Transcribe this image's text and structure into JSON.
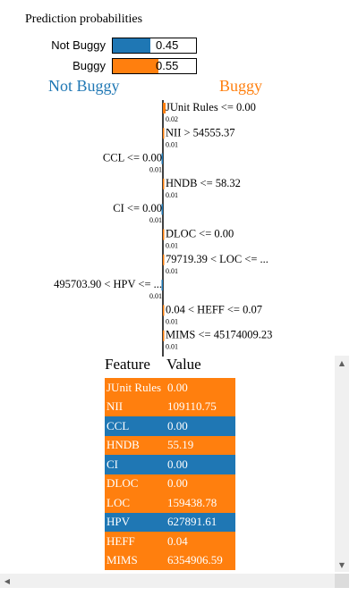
{
  "prediction": {
    "title": "Prediction probabilities",
    "rows": [
      {
        "label": "Not Buggy",
        "value_text": "0.45",
        "value": 0.45,
        "color": "#1f77b4"
      },
      {
        "label": "Buggy",
        "value_text": "0.55",
        "value": 0.55,
        "color": "#ff7f0e"
      }
    ]
  },
  "classes": {
    "left": {
      "label": "Not Buggy",
      "color": "#1f77b4"
    },
    "right": {
      "label": "Buggy",
      "color": "#ff7f0e"
    }
  },
  "chart_data": {
    "type": "bar",
    "orientation": "horizontal",
    "features": [
      {
        "label": "JUnit Rules <= 0.00",
        "weight": 0.02,
        "weight_text": "0.02",
        "side": "right"
      },
      {
        "label": "NII > 54555.37",
        "weight": 0.01,
        "weight_text": "0.01",
        "side": "right"
      },
      {
        "label": "CCL <= 0.00",
        "weight": 0.01,
        "weight_text": "0.01",
        "side": "left"
      },
      {
        "label": "HNDB <= 58.32",
        "weight": 0.01,
        "weight_text": "0.01",
        "side": "right"
      },
      {
        "label": "CI <= 0.00",
        "weight": 0.01,
        "weight_text": "0.01",
        "side": "left"
      },
      {
        "label": "DLOC <= 0.00",
        "weight": 0.01,
        "weight_text": "0.01",
        "side": "right"
      },
      {
        "label": "79719.39 < LOC <= ...",
        "weight": 0.01,
        "weight_text": "0.01",
        "side": "right"
      },
      {
        "label": "495703.90 < HPV <= ...",
        "weight": 0.01,
        "weight_text": "0.01",
        "side": "left"
      },
      {
        "label": "0.04 < HEFF <= 0.07",
        "weight": 0.01,
        "weight_text": "0.01",
        "side": "right"
      },
      {
        "label": "MIMS <= 45174009.23",
        "weight": 0.01,
        "weight_text": "0.01",
        "side": "right"
      }
    ]
  },
  "table": {
    "headers": [
      "Feature",
      "Value"
    ],
    "rows": [
      {
        "feature": "JUnit Rules",
        "value": "0.00",
        "color": "#ff7f0e"
      },
      {
        "feature": "NII",
        "value": "109110.75",
        "color": "#ff7f0e"
      },
      {
        "feature": "CCL",
        "value": "0.00",
        "color": "#1f77b4"
      },
      {
        "feature": "HNDB",
        "value": "55.19",
        "color": "#ff7f0e"
      },
      {
        "feature": "CI",
        "value": "0.00",
        "color": "#1f77b4"
      },
      {
        "feature": "DLOC",
        "value": "0.00",
        "color": "#ff7f0e"
      },
      {
        "feature": "LOC",
        "value": "159438.78",
        "color": "#ff7f0e"
      },
      {
        "feature": "HPV",
        "value": "627891.61",
        "color": "#1f77b4"
      },
      {
        "feature": "HEFF",
        "value": "0.04",
        "color": "#ff7f0e"
      },
      {
        "feature": "MIMS",
        "value": "6354906.59",
        "color": "#ff7f0e"
      }
    ]
  },
  "scroll": {
    "up_icon": "arrow-up-icon",
    "down_icon": "arrow-down-icon",
    "left_icon": "arrow-left-icon",
    "right_icon": "arrow-right-icon"
  }
}
